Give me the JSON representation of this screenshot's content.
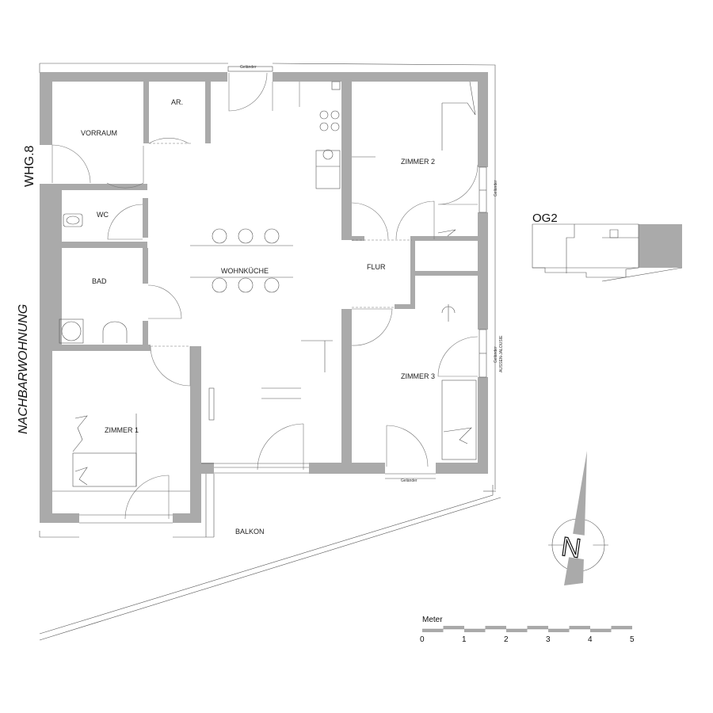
{
  "rooms": {
    "vorraum": "VORRAUM",
    "ar": "AR.",
    "wc": "WC",
    "bad": "BAD",
    "wohnkueche": "WOHNKÜCHE",
    "flur": "FLUR",
    "zimmer2": "ZIMMER 2",
    "zimmer3": "ZIMMER 3",
    "zimmer1": "ZIMMER 1",
    "balkon": "BALKON"
  },
  "side_labels": {
    "whg": "WHG.8",
    "nachbar": "NACHBARWOHNUNG"
  },
  "railings": {
    "top": "Geländer",
    "right_top": "Geländer",
    "right_mid": "Geländer",
    "right_mid2": "AUSSEN-JALOUSIE",
    "bottom": "Geländer"
  },
  "key_plan": {
    "label": "OG2"
  },
  "north": {
    "letter": "N"
  },
  "scale": {
    "title": "Meter",
    "ticks": [
      "0",
      "1",
      "2",
      "3",
      "4",
      "5"
    ]
  },
  "colors": {
    "wall": "#aaaaaa",
    "key_highlight": "#aaaaaa"
  }
}
